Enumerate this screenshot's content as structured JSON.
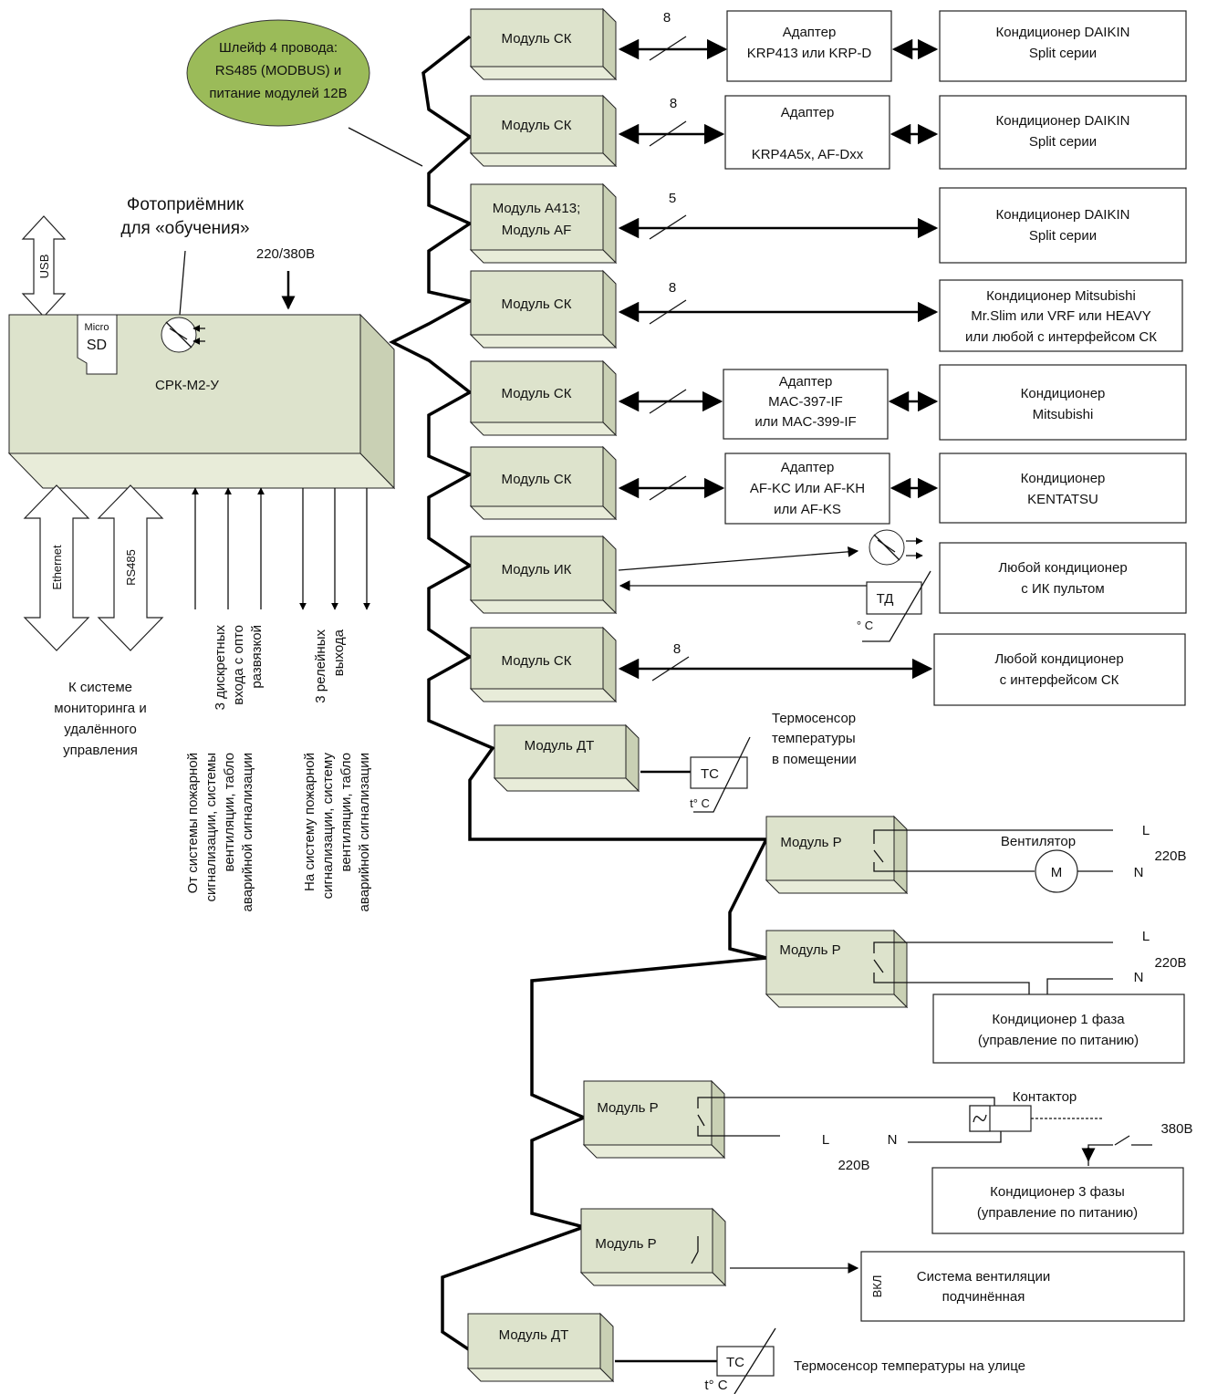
{
  "colors": {
    "module_fill": "#dde3cc",
    "bubble_fill": "#9bbb59"
  },
  "bubble": {
    "lines": [
      "Шлейф 4 провода:",
      "RS485 (MODBUS)  и",
      "питание модулей 12В"
    ]
  },
  "photo_receiver": {
    "lines": [
      "Фотоприёмник",
      "для «обучения»"
    ]
  },
  "power_in": "220/380В",
  "controller": {
    "label": "СРК-М2-У",
    "sd_top": "Micro",
    "sd_bottom": "SD",
    "usb": "USB"
  },
  "ports": {
    "ethernet": "Ethernet",
    "rs485": "RS485"
  },
  "monitoring": {
    "lines": [
      "К системе",
      "мониторинга и",
      "удалённого",
      "управления"
    ]
  },
  "inputs": {
    "title": [
      "3 дискретных",
      "входа с опто",
      "развязкой"
    ],
    "desc": [
      "От системы пожарной",
      "сигнализации, системы",
      "вентиляции, табло",
      "аварийной сигнализации"
    ]
  },
  "outputs": {
    "title": [
      "3 релейных",
      "выхода"
    ],
    "desc": [
      "На систему пожарной",
      "сигнализации, систему",
      "вентиляции, табло",
      "аварийной сигнализации"
    ]
  },
  "rows": [
    {
      "module": [
        "Модуль СК"
      ],
      "bus": "8",
      "adapter": [
        "Адаптер",
        "KRP413 или KRP-D"
      ],
      "target": [
        "Кондиционер DAIKIN",
        "Split  серии"
      ]
    },
    {
      "module": [
        "Модуль СК"
      ],
      "bus": "8",
      "adapter": [
        "Адаптер",
        "",
        "KRP4A5x, AF-Dxx"
      ],
      "target": [
        "Кондиционер  DAIKIN",
        "Split серии"
      ]
    },
    {
      "module": [
        "Модуль А413;",
        "Модуль AF"
      ],
      "bus": "5",
      "target": [
        "Кондиционер DAIKIN",
        "Split  серии"
      ]
    },
    {
      "module": [
        "Модуль СК"
      ],
      "bus": "8",
      "target": [
        "Кондиционер Mitsubishi",
        "Mr.Slim или VRF или HEAVY",
        "или любой с интерфейсом СК"
      ]
    },
    {
      "module": [
        "Модуль СК"
      ],
      "adapter": [
        "Адаптер",
        "MAC-397-IF",
        "или MAC-399-IF"
      ],
      "target": [
        "Кондиционер",
        "Mitsubishi"
      ]
    },
    {
      "module": [
        "Модуль СК"
      ],
      "adapter": [
        "Адаптер",
        "AF-KC Или AF-KH",
        "или  AF-KS"
      ],
      "target": [
        "Кондиционер",
        "KENTATSU"
      ]
    },
    {
      "module": [
        "Модуль ИК"
      ],
      "target": [
        "Любой кондиционер",
        "с ИК пультом"
      ]
    },
    {
      "module": [
        "Модуль СК"
      ],
      "bus": "8",
      "target": [
        "Любой кондиционер",
        "с интерфейсом СК"
      ]
    }
  ],
  "td": {
    "label": "ТД",
    "unit": "° С"
  },
  "dt1": {
    "module": "Модуль ДТ",
    "sensor": "ТС",
    "unit": "t° C",
    "caption": [
      "Термосенсор",
      "температуры",
      "в помещении"
    ]
  },
  "r1": {
    "module": "Модуль Р",
    "load": "Вентилятор",
    "motor": "М",
    "L": "L",
    "N": "N",
    "voltage": "220В"
  },
  "r2": {
    "module": "Модуль Р",
    "L": "L",
    "N": "N",
    "voltage": "220В",
    "target": [
      "Кондиционер 1 фаза",
      "(управление по питанию)"
    ]
  },
  "r3": {
    "module": "Модуль Р",
    "contactor": "Контактор",
    "L": "L",
    "N": "N",
    "voltage": "220В",
    "voltage3": "380В",
    "target": [
      "Кондиционер  3 фазы",
      "(управление по питанию)"
    ]
  },
  "r4": {
    "module": "Модуль Р",
    "on": "ВКЛ",
    "target": [
      "Система вентиляции",
      "подчинённая"
    ]
  },
  "dt2": {
    "module": "Модуль ДТ",
    "sensor": "ТС",
    "unit": "t° C",
    "caption": "Термосенсор температуры на улице"
  }
}
